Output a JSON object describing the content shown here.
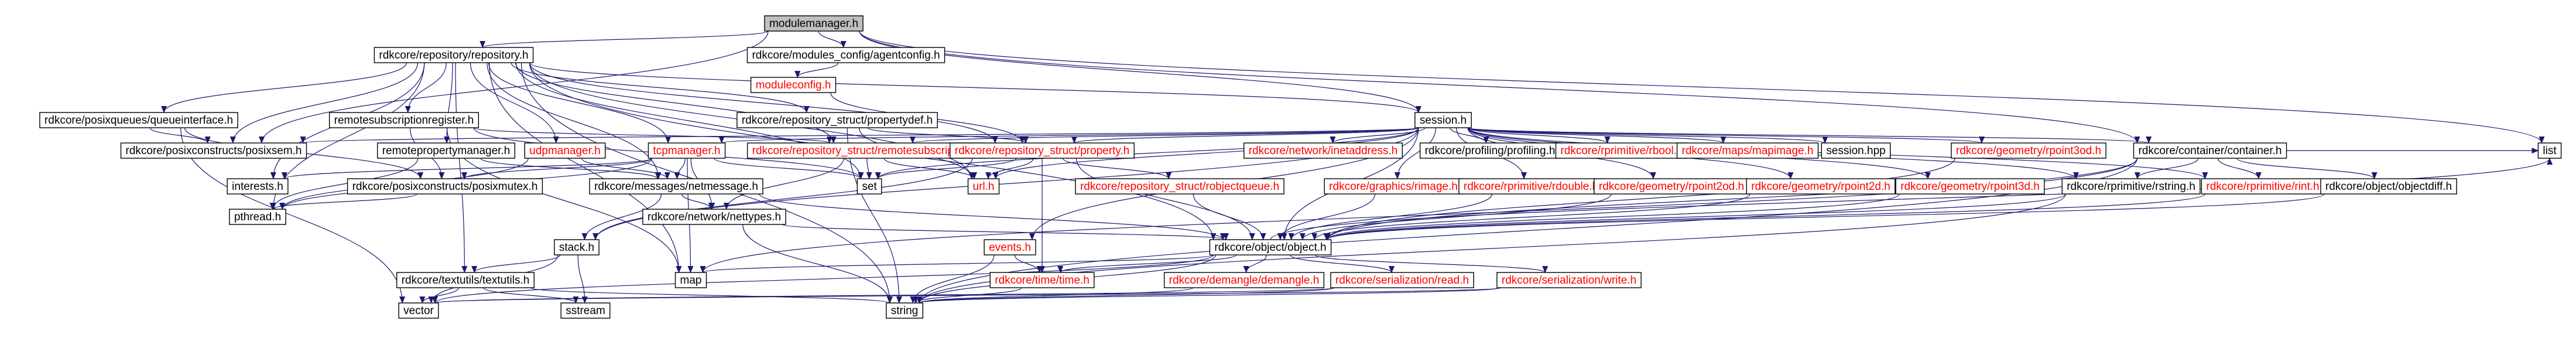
{
  "nodes": [
    {
      "id": "modulemanager_h",
      "label": "modulemanager.h",
      "root": true
    },
    {
      "id": "rdkcore_repository_repository_h",
      "label": "rdkcore/repository/repository.h"
    },
    {
      "id": "rdkcore_modules_config_agentconfig_h",
      "label": "rdkcore/modules_config/agentconfig.h"
    },
    {
      "id": "moduleconfig_h",
      "label": "moduleconfig.h",
      "red": true
    },
    {
      "id": "session_h",
      "label": "session.h"
    },
    {
      "id": "rdkcore_posixqueues_queueinterface_h",
      "label": "rdkcore/posixqueues/queueinterface.h"
    },
    {
      "id": "remotesubscriptionregister_h",
      "label": "remotesubscriptionregister.h"
    },
    {
      "id": "rdkcore_repository_struct_propertydef_h",
      "label": "rdkcore/repository_struct/propertydef.h"
    },
    {
      "id": "rdkcore_posixconstructs_posixsem_h",
      "label": "rdkcore/posixconstructs/posixsem.h"
    },
    {
      "id": "remotepropertymanager_h",
      "label": "remotepropertymanager.h"
    },
    {
      "id": "udpmanager_h",
      "label": "udpmanager.h",
      "red": true
    },
    {
      "id": "tcpmanager_h",
      "label": "tcpmanager.h",
      "red": true
    },
    {
      "id": "rdkcore_repository_struct_remotesubscription_h",
      "label": "rdkcore/repository_struct/remotesubscription.h",
      "red": true
    },
    {
      "id": "rdkcore_repository_struct_property_h",
      "label": "rdkcore/repository_struct/property.h",
      "red": true
    },
    {
      "id": "rdkcore_network_inetaddress_h",
      "label": "rdkcore/network/inetaddress.h",
      "red": true
    },
    {
      "id": "rdkcore_profiling_profiling_h",
      "label": "rdkcore/profiling/profiling.h"
    },
    {
      "id": "rdkcore_rprimitive_rbool_h",
      "label": "rdkcore/rprimitive/rbool.h",
      "red": true
    },
    {
      "id": "rdkcore_maps_mapimage_h",
      "label": "rdkcore/maps/mapimage.h",
      "red": true
    },
    {
      "id": "session_hpp",
      "label": "session.hpp"
    },
    {
      "id": "rdkcore_geometry_rpoint3od_h",
      "label": "rdkcore/geometry/rpoint3od.h",
      "red": true
    },
    {
      "id": "rdkcore_container_container_h",
      "label": "rdkcore/container/container.h"
    },
    {
      "id": "list",
      "label": "list"
    },
    {
      "id": "interests_h",
      "label": "interests.h"
    },
    {
      "id": "rdkcore_posixconstructs_posixmutex_h",
      "label": "rdkcore/posixconstructs/posixmutex.h"
    },
    {
      "id": "rdkcore_messages_netmessage_h",
      "label": "rdkcore/messages/netmessage.h"
    },
    {
      "id": "set",
      "label": "set"
    },
    {
      "id": "url_h",
      "label": "url.h",
      "red": true
    },
    {
      "id": "rdkcore_repository_struct_robjectqueue_h",
      "label": "rdkcore/repository_struct/robjectqueue.h",
      "red": true
    },
    {
      "id": "rdkcore_graphics_rimage_h",
      "label": "rdkcore/graphics/rimage.h",
      "red": true
    },
    {
      "id": "rdkcore_rprimitive_rdouble_h",
      "label": "rdkcore/rprimitive/rdouble.h",
      "red": true
    },
    {
      "id": "rdkcore_geometry_rpoint2od_h",
      "label": "rdkcore/geometry/rpoint2od.h",
      "red": true
    },
    {
      "id": "rdkcore_geometry_rpoint2d_h",
      "label": "rdkcore/geometry/rpoint2d.h",
      "red": true
    },
    {
      "id": "rdkcore_geometry_rpoint3d_h",
      "label": "rdkcore/geometry/rpoint3d.h",
      "red": true
    },
    {
      "id": "rdkcore_rprimitive_rstring_h",
      "label": "rdkcore/rprimitive/rstring.h"
    },
    {
      "id": "rdkcore_rprimitive_rint_h",
      "label": "rdkcore/rprimitive/rint.h",
      "red": true
    },
    {
      "id": "rdkcore_object_objectdiff_h",
      "label": "rdkcore/object/objectdiff.h"
    },
    {
      "id": "pthread_h",
      "label": "pthread.h"
    },
    {
      "id": "rdkcore_network_nettypes_h",
      "label": "rdkcore/network/nettypes.h"
    },
    {
      "id": "stack_h",
      "label": "stack.h"
    },
    {
      "id": "events_h",
      "label": "events.h",
      "red": true
    },
    {
      "id": "rdkcore_object_object_h",
      "label": "rdkcore/object/object.h"
    },
    {
      "id": "rdkcore_textutils_textutils_h",
      "label": "rdkcore/textutils/textutils.h"
    },
    {
      "id": "map",
      "label": "map"
    },
    {
      "id": "rdkcore_time_time_h",
      "label": "rdkcore/time/time.h",
      "red": true
    },
    {
      "id": "rdkcore_demangle_demangle_h",
      "label": "rdkcore/demangle/demangle.h",
      "red": true
    },
    {
      "id": "rdkcore_serialization_read_h",
      "label": "rdkcore/serialization/read.h",
      "red": true
    },
    {
      "id": "rdkcore_serialization_write_h",
      "label": "rdkcore/serialization/write.h",
      "red": true
    },
    {
      "id": "vector",
      "label": "vector"
    },
    {
      "id": "sstream",
      "label": "sstream"
    },
    {
      "id": "string",
      "label": "string"
    }
  ],
  "edges": [
    [
      "modulemanager_h",
      "rdkcore_repository_repository_h"
    ],
    [
      "modulemanager_h",
      "rdkcore_modules_config_agentconfig_h"
    ],
    [
      "modulemanager_h",
      "session_h"
    ],
    [
      "modulemanager_h",
      "rdkcore_container_container_h"
    ],
    [
      "modulemanager_h",
      "list"
    ],
    [
      "modulemanager_h",
      "rdkcore_posixconstructs_posixsem_h"
    ],
    [
      "rdkcore_modules_config_agentconfig_h",
      "moduleconfig_h"
    ],
    [
      "moduleconfig_h",
      "rdkcore_repository_struct_property_h"
    ],
    [
      "rdkcore_repository_repository_h",
      "rdkcore_posixqueues_queueinterface_h"
    ],
    [
      "rdkcore_repository_repository_h",
      "remotesubscriptionregister_h"
    ],
    [
      "rdkcore_repository_repository_h",
      "rdkcore_repository_struct_propertydef_h"
    ],
    [
      "rdkcore_repository_repository_h",
      "session_h"
    ],
    [
      "rdkcore_repository_repository_h",
      "rdkcore_posixconstructs_posixsem_h"
    ],
    [
      "rdkcore_repository_repository_h",
      "remotepropertymanager_h"
    ],
    [
      "rdkcore_repository_repository_h",
      "udpmanager_h"
    ],
    [
      "rdkcore_repository_repository_h",
      "tcpmanager_h"
    ],
    [
      "rdkcore_repository_repository_h",
      "rdkcore_repository_struct_remotesubscription_h"
    ],
    [
      "rdkcore_repository_repository_h",
      "rdkcore_repository_struct_property_h"
    ],
    [
      "rdkcore_repository_repository_h",
      "set"
    ],
    [
      "rdkcore_repository_repository_h",
      "url_h"
    ],
    [
      "rdkcore_repository_repository_h",
      "interests_h"
    ],
    [
      "rdkcore_repository_repository_h",
      "rdkcore_messages_netmessage_h"
    ],
    [
      "rdkcore_repository_repository_h",
      "rdkcore_object_object_h"
    ],
    [
      "rdkcore_repository_repository_h",
      "rdkcore_textutils_textutils_h"
    ],
    [
      "rdkcore_repository_repository_h",
      "map"
    ],
    [
      "rdkcore_repository_repository_h",
      "string"
    ],
    [
      "rdkcore_repository_repository_h",
      "pthread_h"
    ],
    [
      "rdkcore_posixqueues_queueinterface_h",
      "rdkcore_posixconstructs_posixsem_h"
    ],
    [
      "rdkcore_posixqueues_queueinterface_h",
      "rdkcore_posixconstructs_posixmutex_h"
    ],
    [
      "rdkcore_posixqueues_queueinterface_h",
      "vector"
    ],
    [
      "remotesubscriptionregister_h",
      "rdkcore_repository_struct_remotesubscription_h"
    ],
    [
      "remotesubscriptionregister_h",
      "rdkcore_posixconstructs_posixmutex_h"
    ],
    [
      "remotesubscriptionregister_h",
      "map"
    ],
    [
      "remotesubscriptionregister_h",
      "set"
    ],
    [
      "rdkcore_repository_struct_propertydef_h",
      "rdkcore_repository_struct_property_h"
    ],
    [
      "rdkcore_repository_struct_propertydef_h",
      "url_h"
    ],
    [
      "rdkcore_repository_struct_propertydef_h",
      "string"
    ],
    [
      "remotepropertymanager_h",
      "rdkcore_messages_netmessage_h"
    ],
    [
      "remotepropertymanager_h",
      "pthread_h"
    ],
    [
      "udpmanager_h",
      "rdkcore_messages_netmessage_h"
    ],
    [
      "udpmanager_h",
      "pthread_h"
    ],
    [
      "tcpmanager_h",
      "interests_h"
    ],
    [
      "tcpmanager_h",
      "rdkcore_messages_netmessage_h"
    ],
    [
      "tcpmanager_h",
      "rdkcore_posixconstructs_posixmutex_h"
    ],
    [
      "tcpmanager_h",
      "map"
    ],
    [
      "tcpmanager_h",
      "set"
    ],
    [
      "tcpmanager_h",
      "pthread_h"
    ],
    [
      "tcpmanager_h",
      "rdkcore_network_nettypes_h"
    ],
    [
      "rdkcore_repository_struct_remotesubscription_h",
      "set"
    ],
    [
      "rdkcore_repository_struct_remotesubscription_h",
      "url_h"
    ],
    [
      "rdkcore_repository_struct_remotesubscription_h",
      "rdkcore_network_nettypes_h"
    ],
    [
      "rdkcore_repository_struct_property_h",
      "rdkcore_object_object_h"
    ],
    [
      "rdkcore_repository_struct_property_h",
      "stack_h"
    ],
    [
      "rdkcore_repository_struct_property_h",
      "rdkcore_repository_struct_robjectqueue_h"
    ],
    [
      "rdkcore_repository_struct_property_h",
      "url_h"
    ],
    [
      "rdkcore_repository_struct_property_h",
      "set"
    ],
    [
      "rdkcore_repository_struct_property_h",
      "rdkcore_time_time_h"
    ],
    [
      "session_h",
      "rdkcore_posixconstructs_posixsem_h"
    ],
    [
      "session_h",
      "rdkcore_repository_struct_property_h"
    ],
    [
      "session_h",
      "rdkcore_network_inetaddress_h"
    ],
    [
      "session_h",
      "rdkcore_profiling_profiling_h"
    ],
    [
      "session_h",
      "rdkcore_rprimitive_rbool_h"
    ],
    [
      "session_h",
      "rdkcore_maps_mapimage_h"
    ],
    [
      "session_h",
      "session_hpp"
    ],
    [
      "session_h",
      "rdkcore_geometry_rpoint3od_h"
    ],
    [
      "session_h",
      "rdkcore_container_container_h"
    ],
    [
      "session_h",
      "set"
    ],
    [
      "session_h",
      "url_h"
    ],
    [
      "session_h",
      "rdkcore_graphics_rimage_h"
    ],
    [
      "session_h",
      "rdkcore_rprimitive_rdouble_h"
    ],
    [
      "session_h",
      "rdkcore_geometry_rpoint2od_h"
    ],
    [
      "session_h",
      "rdkcore_geometry_rpoint2d_h"
    ],
    [
      "session_h",
      "rdkcore_geometry_rpoint3d_h"
    ],
    [
      "session_h",
      "rdkcore_rprimitive_rstring_h"
    ],
    [
      "session_h",
      "rdkcore_rprimitive_rint_h"
    ],
    [
      "session_h",
      "stack_h"
    ],
    [
      "session_h",
      "events_h"
    ],
    [
      "session_h",
      "rdkcore_object_object_h"
    ],
    [
      "session_h",
      "tcpmanager_h"
    ],
    [
      "session_h",
      "rdkcore_repository_struct_remotesubscription_h"
    ],
    [
      "rdkcore_container_container_h",
      "rdkcore_rprimitive_rstring_h"
    ],
    [
      "rdkcore_container_container_h",
      "rdkcore_rprimitive_rint_h"
    ],
    [
      "rdkcore_container_container_h",
      "rdkcore_object_objectdiff_h"
    ],
    [
      "rdkcore_container_container_h",
      "rdkcore_object_object_h"
    ],
    [
      "rdkcore_container_container_h",
      "list"
    ],
    [
      "rdkcore_container_container_h",
      "map"
    ],
    [
      "rdkcore_container_container_h",
      "string"
    ],
    [
      "rdkcore_geometry_rpoint3od_h",
      "rdkcore_object_object_h"
    ],
    [
      "rdkcore_geometry_rpoint2od_h",
      "rdkcore_object_object_h"
    ],
    [
      "rdkcore_geometry_rpoint2d_h",
      "rdkcore_object_object_h"
    ],
    [
      "rdkcore_geometry_rpoint3d_h",
      "rdkcore_object_object_h"
    ],
    [
      "rdkcore_rprimitive_rstring_h",
      "rdkcore_object_object_h"
    ],
    [
      "rdkcore_rprimitive_rstring_h",
      "string"
    ],
    [
      "rdkcore_rprimitive_rint_h",
      "rdkcore_object_object_h"
    ],
    [
      "rdkcore_object_objectdiff_h",
      "rdkcore_object_object_h"
    ],
    [
      "rdkcore_rprimitive_rdouble_h",
      "rdkcore_object_object_h"
    ],
    [
      "rdkcore_graphics_rimage_h",
      "rdkcore_object_object_h"
    ],
    [
      "rdkcore_repository_struct_robjectqueue_h",
      "rdkcore_object_object_h"
    ],
    [
      "rdkcore_posixconstructs_posixmutex_h",
      "pthread_h"
    ],
    [
      "rdkcore_messages_netmessage_h",
      "rdkcore_network_nettypes_h"
    ],
    [
      "rdkcore_messages_netmessage_h",
      "rdkcore_object_object_h"
    ],
    [
      "rdkcore_messages_netmessage_h",
      "stack_h"
    ],
    [
      "rdkcore_network_nettypes_h",
      "rdkcore_object_object_h"
    ],
    [
      "rdkcore_network_nettypes_h",
      "string"
    ],
    [
      "stack_h",
      "rdkcore_textutils_textutils_h"
    ],
    [
      "stack_h",
      "vector"
    ],
    [
      "stack_h",
      "sstream"
    ],
    [
      "events_h",
      "rdkcore_time_time_h"
    ],
    [
      "events_h",
      "string"
    ],
    [
      "rdkcore_object_object_h",
      "rdkcore_time_time_h"
    ],
    [
      "rdkcore_object_object_h",
      "rdkcore_demangle_demangle_h"
    ],
    [
      "rdkcore_object_object_h",
      "rdkcore_serialization_read_h"
    ],
    [
      "rdkcore_object_object_h",
      "rdkcore_serialization_write_h"
    ],
    [
      "rdkcore_object_object_h",
      "map"
    ],
    [
      "rdkcore_object_object_h",
      "list"
    ],
    [
      "rdkcore_object_object_h",
      "string"
    ],
    [
      "rdkcore_object_object_h",
      "vector"
    ],
    [
      "rdkcore_textutils_textutils_h",
      "vector"
    ],
    [
      "rdkcore_textutils_textutils_h",
      "sstream"
    ],
    [
      "rdkcore_textutils_textutils_h",
      "string"
    ],
    [
      "rdkcore_time_time_h",
      "string"
    ],
    [
      "rdkcore_demangle_demangle_h",
      "string"
    ],
    [
      "rdkcore_serialization_read_h",
      "string"
    ],
    [
      "rdkcore_serialization_read_h",
      "vector"
    ],
    [
      "rdkcore_serialization_write_h",
      "string"
    ],
    [
      "rdkcore_serialization_write_h",
      "vector"
    ]
  ],
  "colors": {
    "edge": "#191970",
    "root_fill": "#bfbfbf",
    "missing_label": "#ff0000",
    "label": "#000000"
  }
}
